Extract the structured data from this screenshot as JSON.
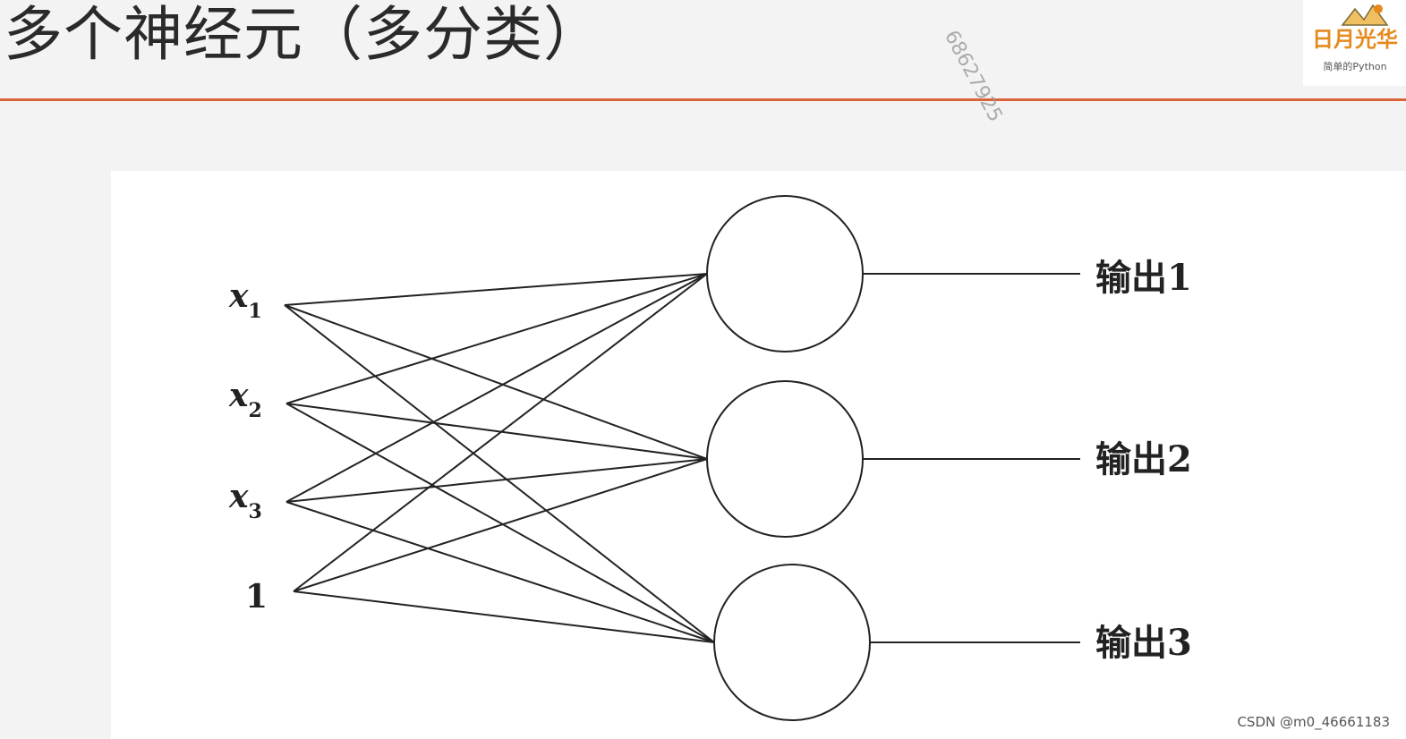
{
  "slide": {
    "title": "多个神经元（多分类）",
    "watermark": "68627925",
    "logo": {
      "name": "日月光华",
      "subtitle": "简单的Python"
    },
    "credit": "CSDN @m0_46661183"
  },
  "network": {
    "inputs": [
      {
        "id": "x1",
        "base": "x",
        "sub": "1"
      },
      {
        "id": "x2",
        "base": "x",
        "sub": "2"
      },
      {
        "id": "x3",
        "base": "x",
        "sub": "3"
      }
    ],
    "bias": {
      "id": "bias",
      "label": "1"
    },
    "outputs": [
      {
        "id": "o1",
        "label": "输出1"
      },
      {
        "id": "o2",
        "label": "输出2"
      },
      {
        "id": "o3",
        "label": "输出3"
      }
    ],
    "connections": "fully-connected"
  },
  "colors": {
    "accent_rule": "#d9643a",
    "logo_text": "#e68a1e",
    "line": "#222222"
  }
}
